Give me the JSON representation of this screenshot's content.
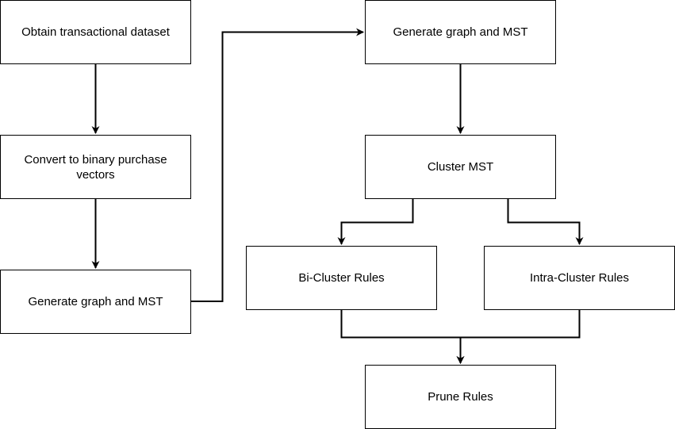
{
  "nodes": {
    "obtain": "Obtain transactional dataset",
    "convert": "Convert to binary purchase vectors",
    "generate_left": "Generate graph and MST",
    "generate_right": "Generate graph and MST",
    "cluster": "Cluster MST",
    "bicluster": "Bi-Cluster Rules",
    "intracluster": "Intra-Cluster Rules",
    "prune": "Prune Rules"
  },
  "colors": {
    "stroke": "#000000",
    "fill": "#ffffff",
    "text": "#000000"
  }
}
